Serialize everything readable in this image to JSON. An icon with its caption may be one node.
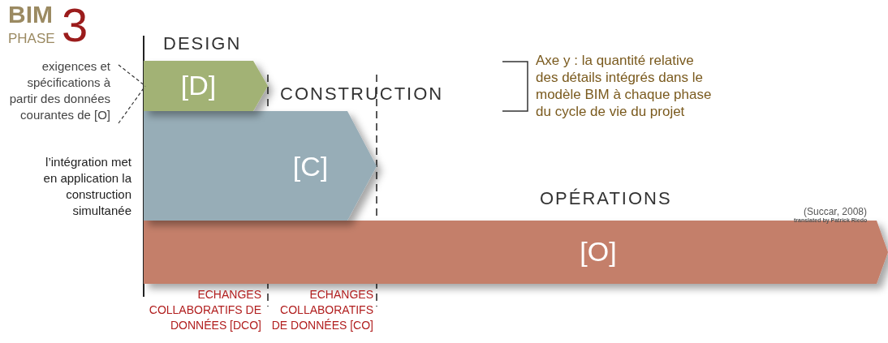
{
  "diagram": {
    "nodes": [
      {
        "text": [
          "DESIGN",
          "[D]"
        ]
      },
      {
        "text": [
          "CONSTRUCTION",
          "[C]"
        ]
      },
      {
        "text": [
          "OPÉRATIONS",
          "[O]"
        ]
      },
      {
        "text": [
          "exigences et spécifications à partir des données courantes de [O]"
        ]
      }
    ],
    "edges": [
      {
        "from": 3,
        "to": 0,
        "arrow": "none",
        "style": "dashed"
      }
    ],
    "labels": [
      "BIM",
      "PHASE",
      "3",
      "Axe y : la quantité relative des détails intégrés dans le modèle BIM à chaque phase du cycle de vie du projet",
      "l’intégration met en application la construction simultanée",
      "(Succar, 2008)",
      "translated by Patrick Riedo",
      "ECHANGES COLLABORATIFS DE DONNÉES [DCO]",
      "ECHANGES COLLABORATIFS DE DONNÉES [CO]"
    ]
  }
}
